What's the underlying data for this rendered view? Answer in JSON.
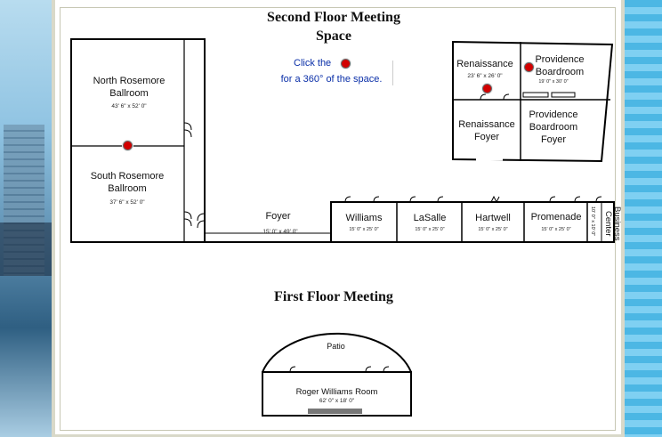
{
  "titles": {
    "second_floor_line1": "Second Floor Meeting",
    "second_floor_line2": "Space",
    "first_floor": "First Floor Meeting"
  },
  "hint": {
    "line1_before": "Click the",
    "line2": "for a 360° of the space."
  },
  "rooms": {
    "north_rosemore_l1": "North Rosemore",
    "north_rosemore_l2": "Ballroom",
    "north_rosemore_dim": "43' 6\" x 52' 0\"",
    "south_rosemore_l1": "South Rosemore",
    "south_rosemore_l2": "Ballroom",
    "south_rosemore_dim": "37' 6\" x 52' 0\"",
    "foyer": "Foyer",
    "foyer_dim": "15' 0\" x 49' 0\"",
    "williams": "Williams",
    "williams_dim": "15' 0\" x 25' 0\"",
    "lasalle": "LaSalle",
    "lasalle_dim": "15' 0\" x 25' 0\"",
    "hartwell": "Hartwell",
    "hartwell_dim": "15' 0\" x 25' 0\"",
    "promenade": "Promenade",
    "promenade_dim": "15' 0\" x 25' 0\"",
    "business_center_l1": "Business",
    "business_center_l2": "Center",
    "business_center_dim": "10' 0\" x 10' 0\"",
    "renaissance": "Renaissance",
    "renaissance_dim": "23' 6\" x 26' 0\"",
    "providence_boardroom_l1": "Providence",
    "providence_boardroom_l2": "Boardroom",
    "providence_boardroom_dim": "19' 0\" x 30' 0\"",
    "renaissance_foyer_l1": "Renaissance",
    "renaissance_foyer_l2": "Foyer",
    "providence_foyer_l1": "Providence",
    "providence_foyer_l2": "Boardroom",
    "providence_foyer_l3": "Foyer",
    "patio": "Patio",
    "roger_williams": "Roger Williams Room",
    "roger_williams_dim": "62' 0\" x 18' 0\""
  }
}
